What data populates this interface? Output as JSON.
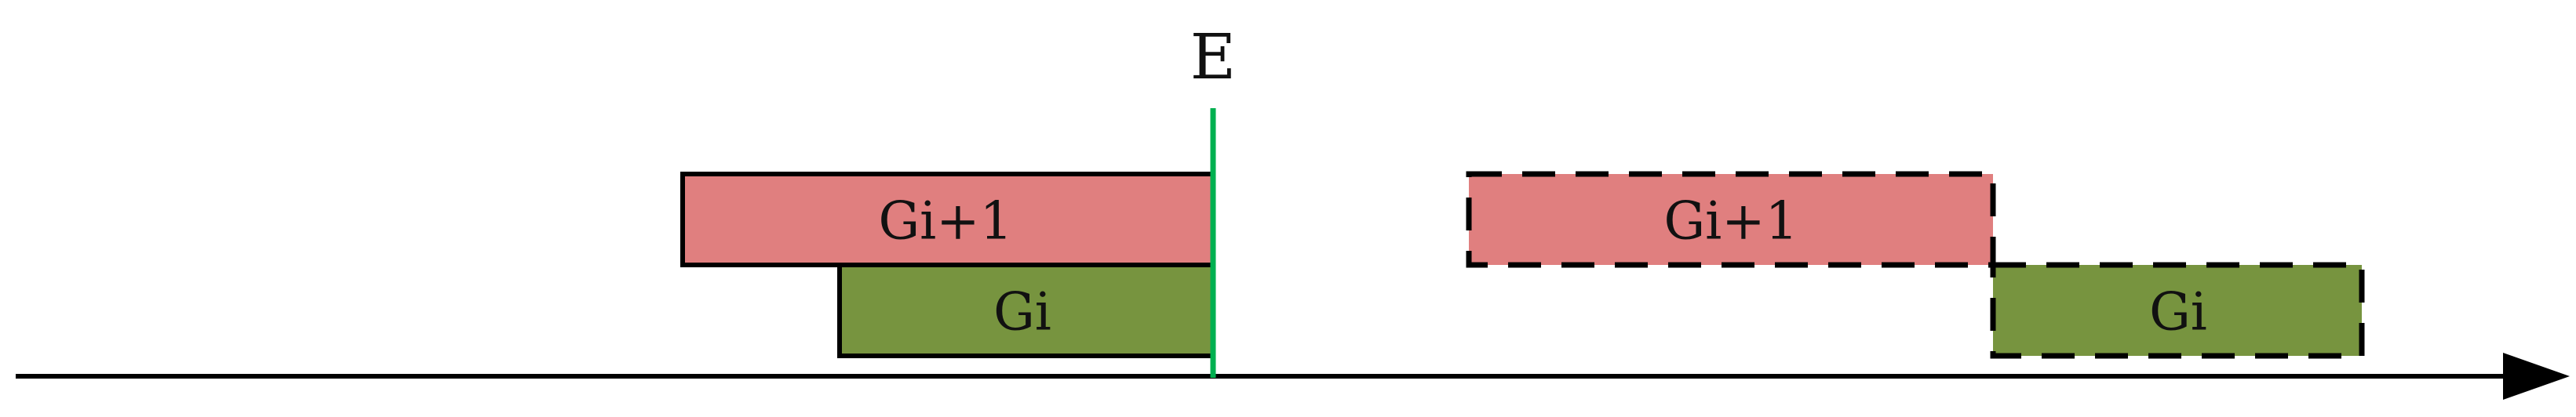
{
  "colors": {
    "background": "#ffffff",
    "group_next_fill": "#e07f7f",
    "group_current_fill": "#77943f",
    "marker_line": "#00b050",
    "outline": "#000000",
    "axis": "#000000"
  },
  "marker": {
    "label": "E"
  },
  "left_group": {
    "next": {
      "label": "Gi+1"
    },
    "current": {
      "label": "Gi"
    }
  },
  "right_group": {
    "next": {
      "label": "Gi+1"
    },
    "current": {
      "label": "Gi"
    }
  },
  "icons": {
    "axis_arrow": "arrow-right-icon"
  }
}
